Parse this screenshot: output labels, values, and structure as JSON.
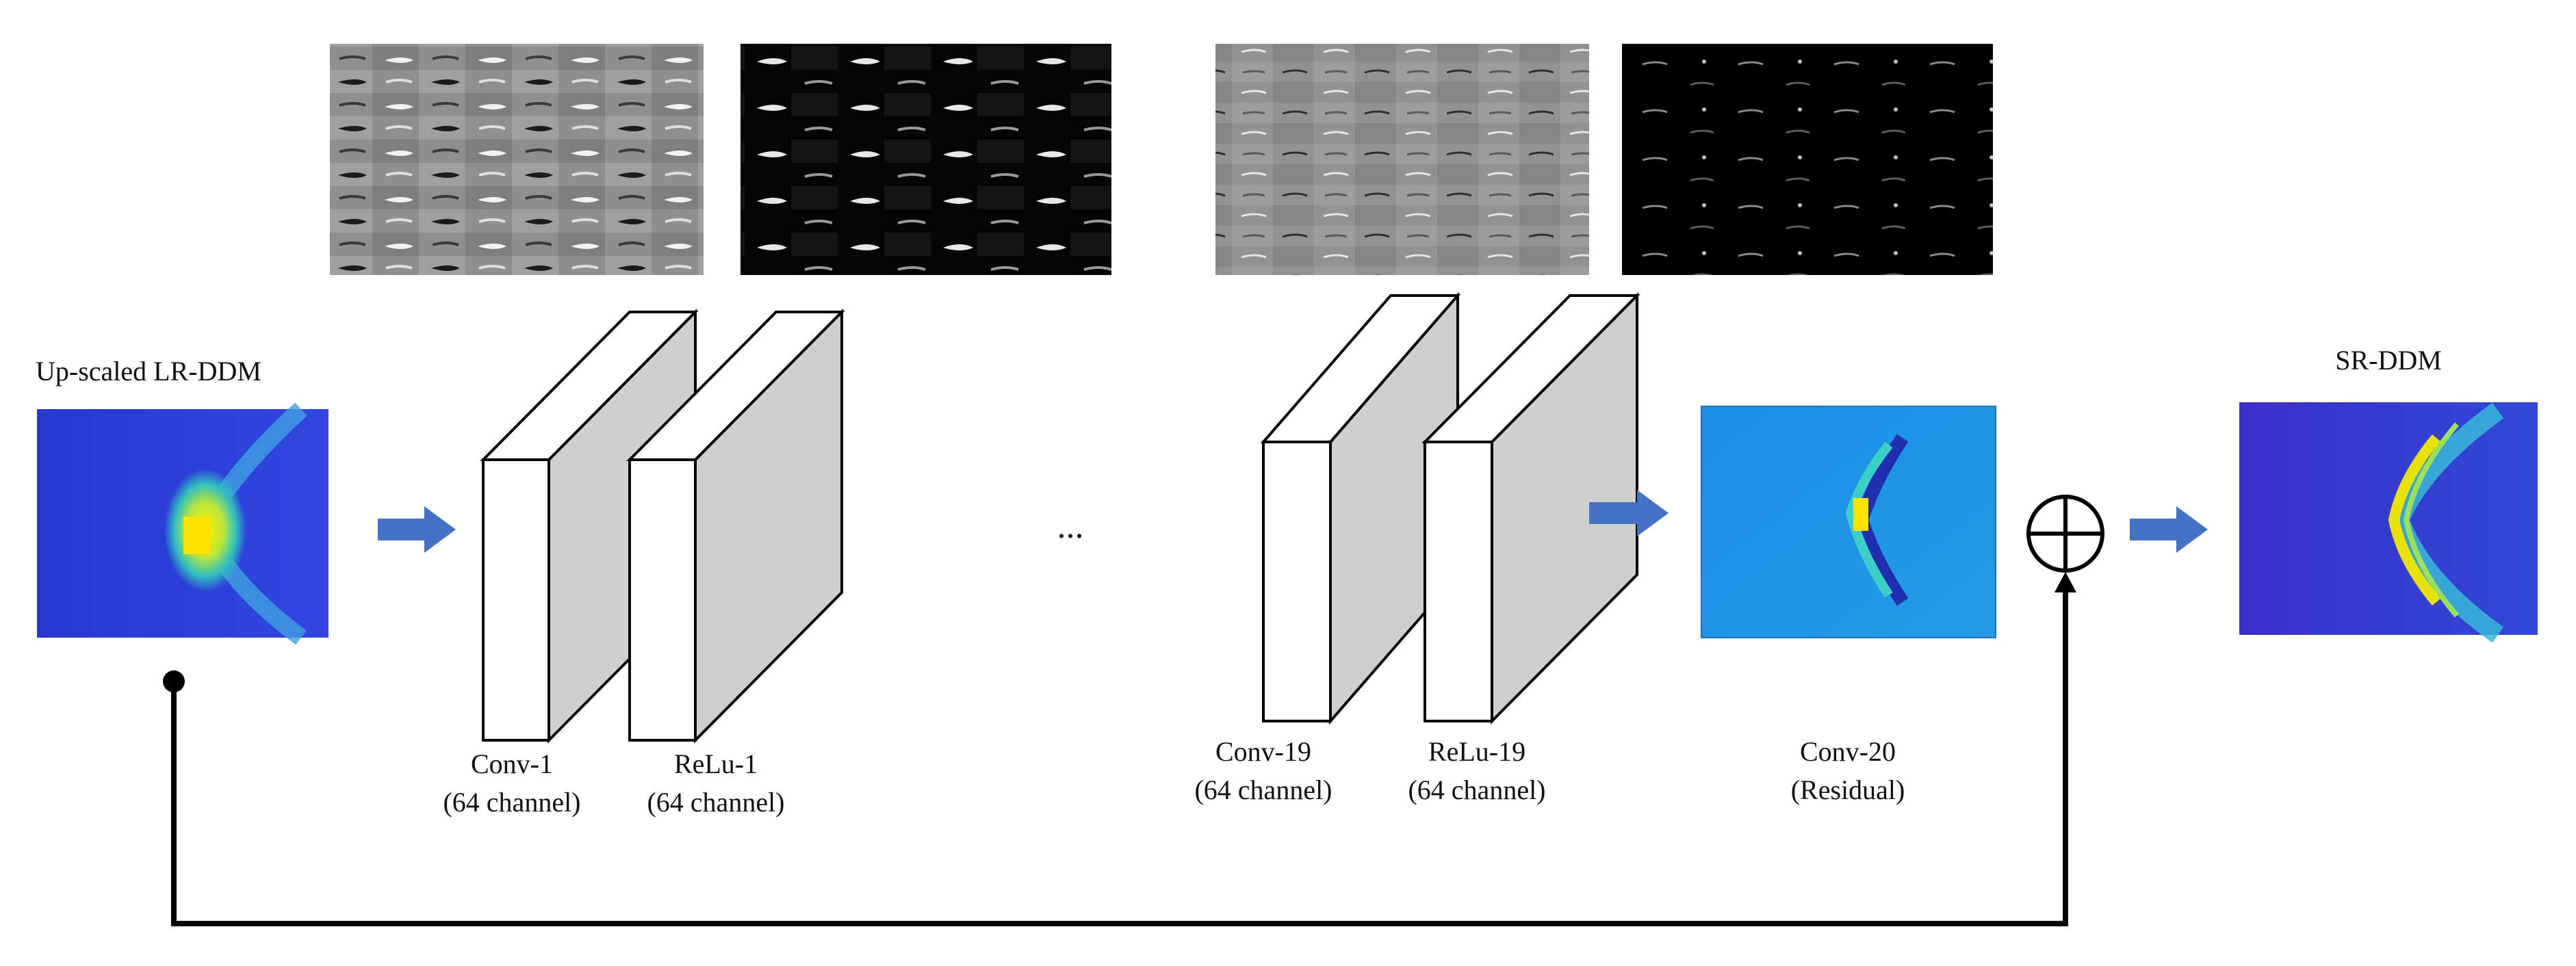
{
  "labels": {
    "input": "Up-scaled LR-DDM",
    "output": "SR-DDM",
    "conv1_name": "Conv-1",
    "conv1_sub": "(64 channel)",
    "relu1_name": "ReLu-1",
    "relu1_sub": "(64 channel)",
    "conv19_name": "Conv-19",
    "conv19_sub": "(64 channel)",
    "relu19_name": "ReLu-19",
    "relu19_sub": "(64 channel)",
    "conv20_name": "Conv-20",
    "conv20_sub": "(Residual)",
    "ellipsis": "..."
  },
  "colors": {
    "arrow": "#4472c4",
    "layer_front": "#ffffff",
    "layer_side": "#cfcfcf",
    "line": "#000000",
    "ddm_background": "#2f3fd8",
    "residual_background": "#1f93e8",
    "hot": "#ffe300"
  },
  "icons": {
    "sum": "circled-plus-icon",
    "arrow": "right-arrow-icon"
  }
}
